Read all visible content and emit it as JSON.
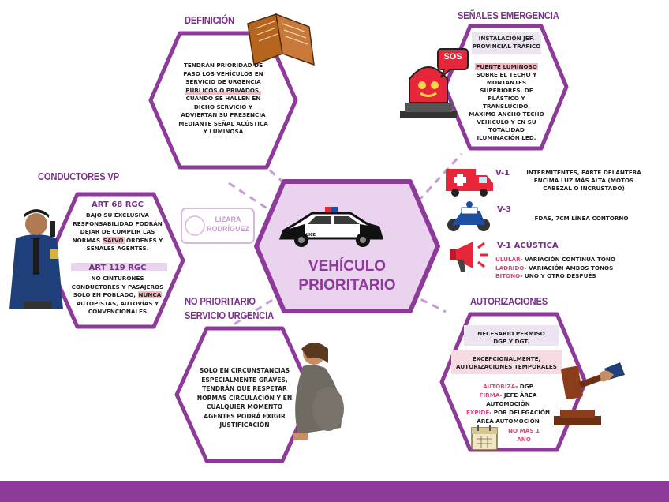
{
  "center": {
    "title_line1": "VEHÍCULO",
    "title_line2": "PRIORITARIO",
    "car_label": "POLICE"
  },
  "watermark": {
    "line1": "LIZARA",
    "line2": "RODRÍGUEZ"
  },
  "definicion": {
    "title": "DEFINICIÓN",
    "lines": [
      "TENDRÁN PRIORIDAD DE",
      "PASO LOS VEHÍCULOS EN",
      "SERVICIO DE URGENCIA",
      "PÚBLICOS O PRIVADOS,",
      "CUANDO SE HALLEN EN",
      "DICHO SERVICIO Y",
      "ADVIERTAN SU PRESENCIA",
      "MEDIANTE SEÑAL ACÚSTICA",
      "Y LUMINOSA"
    ]
  },
  "senales": {
    "title": "SEÑALES EMERGENCIA",
    "box1": [
      "INSTALACIÓN JEF.",
      "PROVINCIAL TRÁFICO"
    ],
    "box2_head": "PUENTE LUMINOSO",
    "box2": [
      "SOBRE EL TECHO Y",
      "MONTANTES",
      "SUPERIORES, DE",
      "PLÁSTICO Y",
      "TRANSLÚCIDO.",
      "MÁXIMO ANCHO TECHO",
      "VEHÍCULO Y EN SU",
      "TOTALIDAD",
      "ILUMINACIÓN LED."
    ],
    "sos": "SOS"
  },
  "v1": {
    "label": "V-1",
    "lines": [
      "INTERMITENTES, PARTE DELANTERA",
      "ENCIMA LUZ MÁS ALTA (MOTOS",
      "CABEZAL O INCRUSTADO)"
    ]
  },
  "v3": {
    "label": "V-3",
    "text": "FDAS, 7CM LÍNEA CONTORNO"
  },
  "v1a": {
    "label": "V-1 ACÚSTICA",
    "rows": [
      {
        "key": "ULULAR",
        "text": "- VARIACIÓN CONTINUA TONO"
      },
      {
        "key": "LADRIDO",
        "text": "- VARIACIÓN AMBOS TONOS"
      },
      {
        "key": "BITONO",
        "text": "- UNO Y OTRO DESPUÉS"
      }
    ]
  },
  "conductores": {
    "title": "CONDUCTORES VP",
    "art68_title": "ART 68 RGC",
    "art68": [
      "BAJO SU EXCLUSIVA",
      "RESPONSABILIDAD PODRÁN",
      "DEJAR DE CUMPLIR LAS"
    ],
    "art68_pre": "NORMAS ",
    "art68_hl": "SALVO",
    "art68_post": " ÓRDENES Y",
    "art68_last": "SEÑALES AGENTES.",
    "art119_title": "ART 119 RGC",
    "art119_a": [
      "NO CINTURONES",
      "CONDUCTORES Y PASAJEROS"
    ],
    "art119_pre": "SOLO EN POBLADO, ",
    "art119_hl": "NUNCA",
    "art119_b": [
      "AUTOPISTAS, AUTOVÍAS Y",
      "CONVENCIONALES"
    ]
  },
  "noprior": {
    "title_line1": "NO PRIORITARIO",
    "title_line2": "SERVICIO URGENCIA",
    "lines": [
      "SOLO EN CIRCUNSTANCIAS",
      "ESPECIALMENTE GRAVES,",
      "TENDRÁN QUE RESPETAR",
      "NORMAS CIRCULACIÓN Y EN",
      "CUALQUIER MOMENTO",
      "AGENTES PODRÁ EXIGIR",
      "JUSTIFICACIÓN"
    ]
  },
  "autoriz": {
    "title": "AUTORIZACIONES",
    "box1": [
      "NECESARIO PERMISO",
      "DGP Y DGT."
    ],
    "box2": [
      "EXCEPCIONALMENTE,",
      "AUTORIZACIONES TEMPORALES"
    ],
    "rows": [
      {
        "key": "AUTORIZA",
        "text": "- DGP"
      },
      {
        "key": "FIRMA",
        "text": "- JEFE ÁREA"
      },
      {
        "key": "",
        "text": "AUTOMOCIÓN"
      },
      {
        "key": "EXPIDE",
        "text": "- POR DELEGACIÓN"
      },
      {
        "key": "",
        "text": "ÁREA AUTOMOCIÓN"
      }
    ],
    "nomas1": "NO MÁS 1",
    "nomas2": "AÑO"
  },
  "colors": {
    "purple": "#8e3a9b",
    "light_purple": "#e9d3ee",
    "pink": "#f6b9c0",
    "accent_pink": "#d64a7a"
  }
}
